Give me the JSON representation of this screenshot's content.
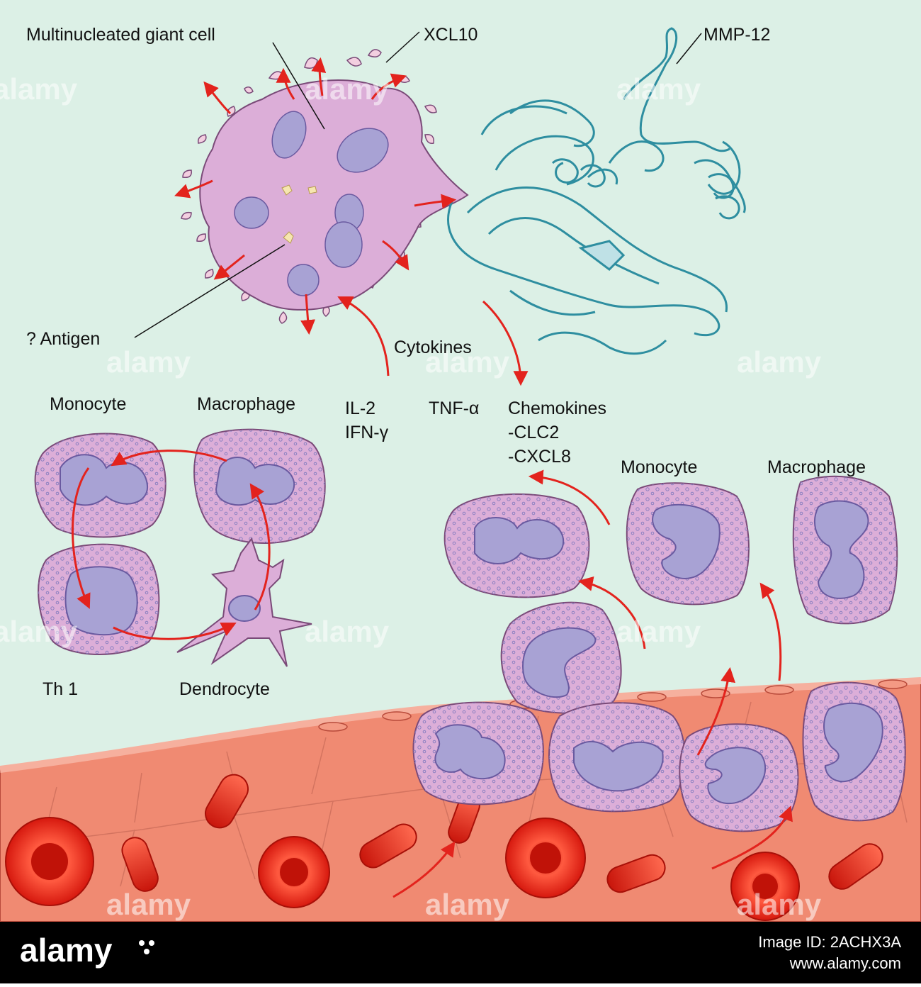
{
  "labels": {
    "giant_cell": "Multinucleated giant cell",
    "xcl10": "XCL10",
    "mmp12": "MMP-12",
    "antigen": "? Antigen",
    "cytokines": "Cytokines",
    "il2": "IL-2",
    "ifn": "IFN-γ",
    "tnf": "TNF-α",
    "chemokines": "Chemokines",
    "clc2": "-CLC2",
    "cxcl8": "-CXCL8",
    "monocyte_left": "Monocyte",
    "macrophage_left": "Macrophage",
    "th1": "Th 1",
    "dendrocyte": "Dendrocyte",
    "monocyte_right": "Monocyte",
    "macrophage_right": "Macrophage"
  },
  "watermark": {
    "text": "alamy"
  },
  "footer": {
    "logo": "alamy",
    "image_id_label": "Image ID: 2ACHX3A",
    "site": "www.alamy.com"
  },
  "colors": {
    "background": "#dcf0e6",
    "cell_fill": "#dcaed8",
    "nucleus_fill": "#a8a2d4",
    "protein_stroke": "#2e8ea0",
    "arrow": "#e3231d",
    "vessel_wall": "#f2826a",
    "blood_cell": "#e8261d"
  }
}
